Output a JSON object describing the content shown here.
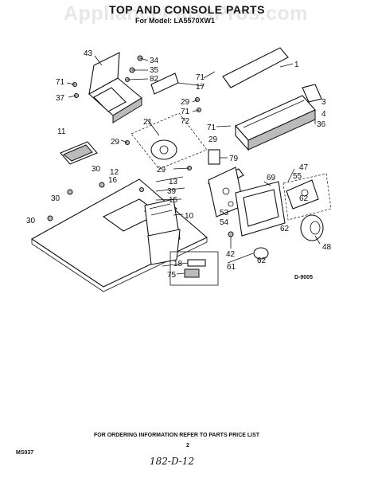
{
  "watermark": "AppliancePartsPros.com",
  "title": "TOP AND CONSOLE PARTS",
  "subtitle": "For Model: LA5570XW1",
  "drawing_number": "D-9005",
  "page_code": "MS037",
  "footer_note": "FOR ORDERING INFORMATION REFER TO PARTS PRICE LIST",
  "page_number": "2",
  "handwritten_note": "182-D-12",
  "callouts": [
    "43",
    "34",
    "35",
    "82",
    "71",
    "37",
    "71",
    "17",
    "1",
    "29",
    "71",
    "72",
    "3",
    "4",
    "36",
    "11",
    "21",
    "29",
    "71",
    "79",
    "29",
    "29",
    "30",
    "12",
    "16",
    "13",
    "39",
    "15",
    "69",
    "47",
    "55",
    "62",
    "30",
    "10",
    "53",
    "54",
    "62",
    "30",
    "48",
    "42",
    "62",
    "61",
    "18",
    "75"
  ]
}
